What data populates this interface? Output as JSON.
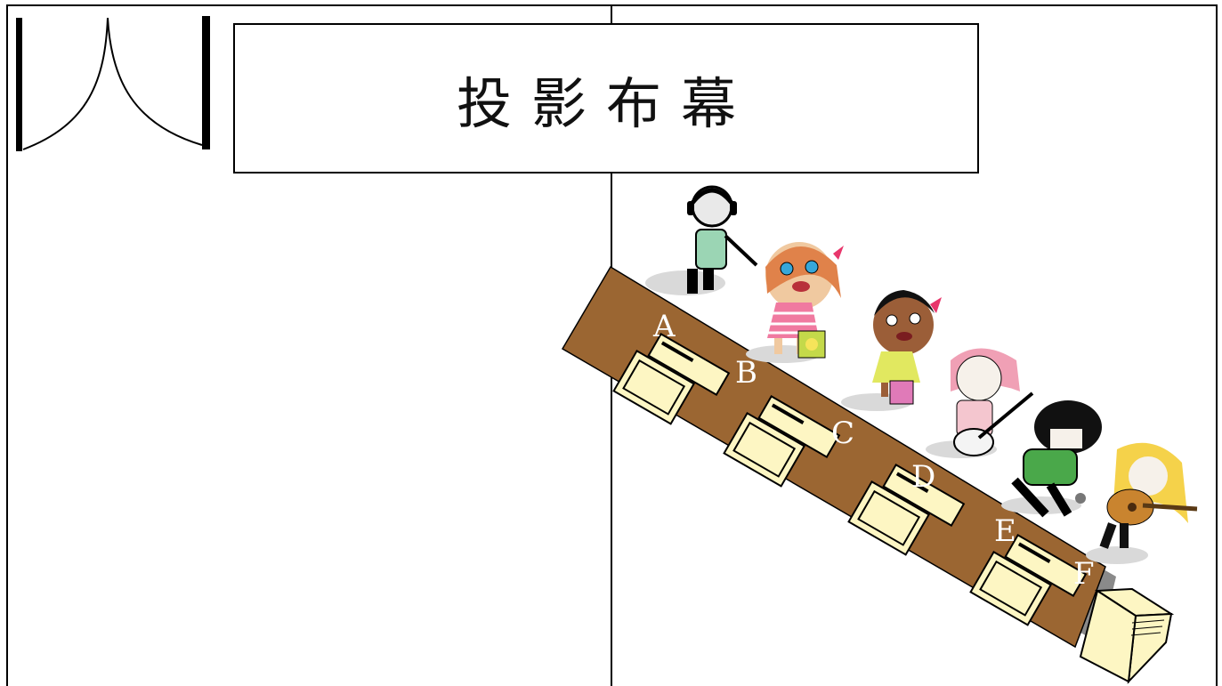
{
  "screen": {
    "title": "投影布幕"
  },
  "seats": [
    {
      "label": "A"
    },
    {
      "label": "B"
    },
    {
      "label": "C"
    },
    {
      "label": "D"
    },
    {
      "label": "E"
    },
    {
      "label": "F"
    }
  ],
  "colors": {
    "table": "#9b6632",
    "table_edge": "#000000",
    "shadow": "#8a8a8a",
    "computer": "#fdf6c3",
    "divider": "#000000"
  },
  "icons": [
    "door-icon",
    "computer-icon",
    "cabinet-icon",
    "person-icon"
  ]
}
